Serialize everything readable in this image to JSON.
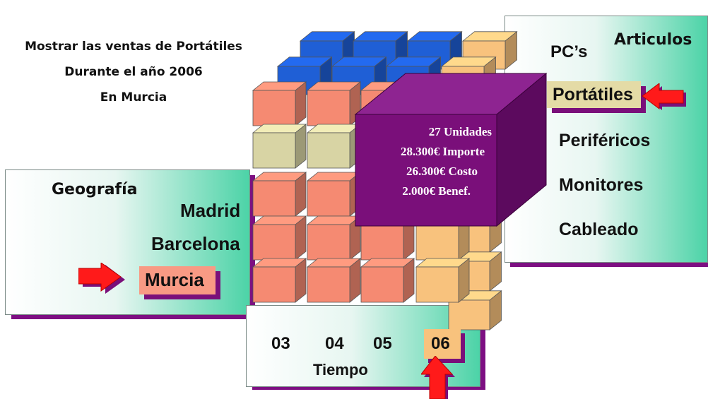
{
  "query": {
    "line1": "Mostrar las ventas de Portátiles",
    "line2": "Durante el año 2006",
    "line3": "En Murcia"
  },
  "articulos": {
    "title": "Articulos",
    "items": [
      "PC’s",
      "Portátiles",
      "Periféricos",
      "Monitores",
      "Cableado"
    ]
  },
  "geografia": {
    "title": "Geografía",
    "items": [
      "Madrid",
      "Barcelona",
      "Murcia"
    ]
  },
  "tiempo": {
    "title": "Tiempo",
    "items": [
      "03",
      "04",
      "05",
      "06"
    ]
  },
  "cell": {
    "unidades": "27 Unidades",
    "importe": "28.300€ Importe",
    "costo": "26.300€ Costo",
    "benef": "2.000€ Benef."
  },
  "colors": {
    "blue": "#1f5fd6",
    "salmon": "#f58a72",
    "khaki": "#d8d4a4",
    "orange": "#f8c27d",
    "purple": "#7a0f7a",
    "arrow_red": "#ff1a1a",
    "highlight_salmon": "#f89a84",
    "highlight_khaki": "#e4dba6",
    "highlight_orange": "#f8c27d"
  }
}
